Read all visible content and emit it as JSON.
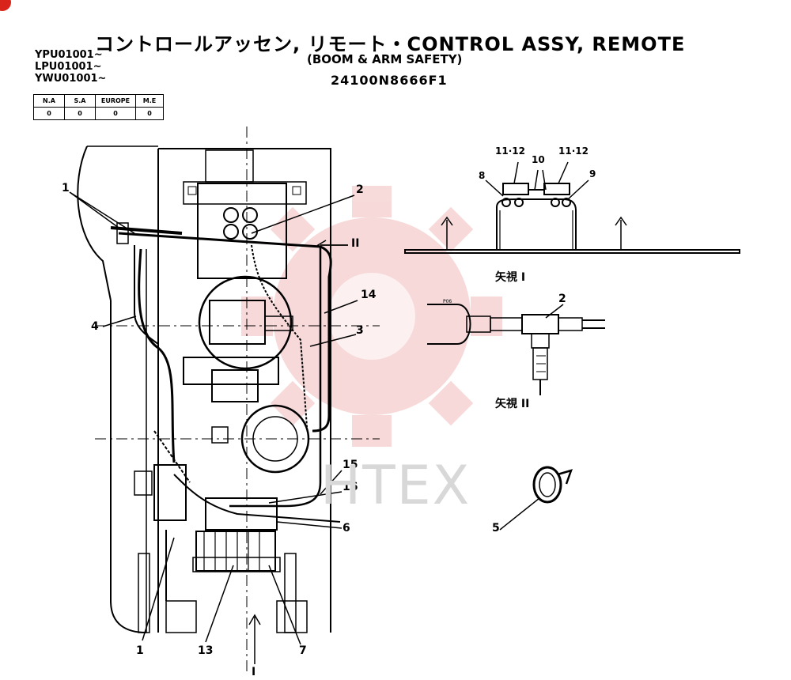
{
  "header": {
    "title": "コントロールアッセン, リモート・CONTROL ASSY, REMOTE",
    "subtitle": "(BOOM & ARM SAFETY)",
    "part_number": "24100N8666F1",
    "serials": [
      "YPU01001~",
      "LPU01001~",
      "YWU01001~"
    ]
  },
  "region_table": {
    "headers": [
      "N.A",
      "S.A",
      "EUROPE",
      "M.E"
    ],
    "values": [
      "0",
      "0",
      "0",
      "0"
    ]
  },
  "callouts": {
    "c1_top": "1",
    "c2_main": "2",
    "c3": "3",
    "c4": "4",
    "c5": "5",
    "c6": "6",
    "c7": "7",
    "c8": "8",
    "c9": "9",
    "c10": "10",
    "c11_12_left": "11·12",
    "c11_12_right": "11·12",
    "c13": "13",
    "c14": "14",
    "c15": "15",
    "c16": "16",
    "c1_bottom": "1",
    "c2_detail": "2",
    "view_marker_ii": "II",
    "view_marker_i": "I"
  },
  "views": {
    "view_i": "矢視 I",
    "view_ii": "矢視 II",
    "pos_label": "P06"
  },
  "watermark": "HTEX",
  "colors": {
    "line": "#000000",
    "watermark_gear": "#f3c6c6",
    "watermark_text": "#d8d8d8",
    "badge": "#d9241c"
  }
}
